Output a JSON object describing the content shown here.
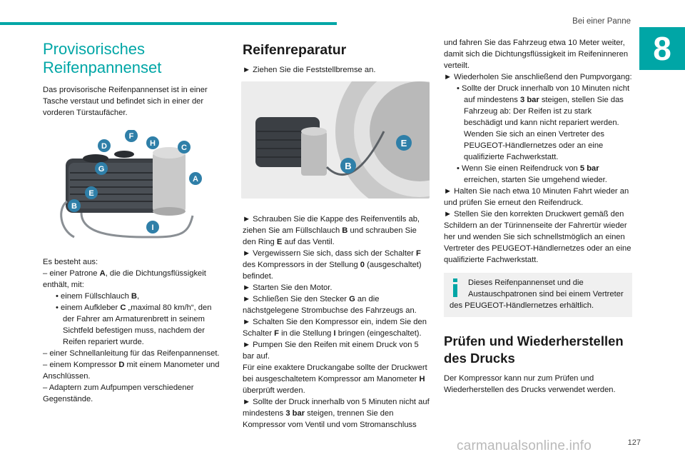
{
  "header": {
    "section": "Bei einer Panne",
    "chapter": "8",
    "page_number": "127"
  },
  "col1": {
    "title": "Provisorisches Reifenpannenset",
    "intro": "Das provisorische Reifenpannenset ist in einer Tasche verstaut und befindet sich in einer der vorderen Türstaufächer.",
    "figure_labels": [
      "F",
      "D",
      "H",
      "C",
      "G",
      "A",
      "E",
      "B",
      "I"
    ],
    "contents_heading": "Es besteht aus:",
    "item1_a": "– einer Patrone ",
    "item1_b": "A",
    "item1_c": ", die die Dichtungsflüssigkeit enthält, mit:",
    "sub1_a": "• einem Füllschlauch ",
    "sub1_b": "B",
    "sub1_c": ",",
    "sub2_a": "• einem Aufkleber ",
    "sub2_b": "C",
    "sub2_c": " „maximal 80 km/h“, den der Fahrer am Armaturenbrett in seinem Sichtfeld befestigen muss, nachdem der Reifen repariert wurde.",
    "item2": "– einer Schnellanleitung für das Reifenpannenset.",
    "item3_a": "– einem Kompressor ",
    "item3_b": "D",
    "item3_c": " mit einem Manometer und Anschlüssen.",
    "item4": "– Adaptern zum Aufpumpen verschiedener Gegenstände."
  },
  "col2": {
    "title": "Reifenreparatur",
    "step1": "► Ziehen Sie die Feststellbremse an.",
    "figure_labels": [
      "E",
      "B"
    ],
    "step2_a": "► Schrauben Sie die Kappe des Reifenventils ab, ziehen Sie am Füllschlauch ",
    "step2_b": "B",
    "step2_c": " und schrauben Sie den Ring ",
    "step2_d": "E",
    "step2_e": " auf das Ventil.",
    "step3_a": "► Vergewissern Sie sich, dass sich der Schalter ",
    "step3_b": "F",
    "step3_c": " des Kompressors in der Stellung ",
    "step3_d": "0",
    "step3_e": " (ausgeschaltet) befindet.",
    "step4": "► Starten Sie den Motor.",
    "step5_a": "► Schließen Sie den Stecker ",
    "step5_b": "G",
    "step5_c": " an die nächstgelegene Strombuchse des Fahrzeugs an.",
    "step6_a": "► Schalten Sie den Kompressor ein, indem Sie den Schalter ",
    "step6_b": "F",
    "step6_c": " in die Stellung ",
    "step6_d": "I",
    "step6_e": " bringen (eingeschaltet).",
    "step7": "► Pumpen Sie den Reifen mit einem Druck von 5 bar auf.",
    "note_a": "Für eine exaktere Druckangabe sollte der Druckwert bei ausgeschaltetem Kompressor am Manometer ",
    "note_b": "H",
    "note_c": " überprüft werden.",
    "step8_a": "► Sollte der Druck innerhalb von 5 Minuten nicht auf mindestens ",
    "step8_b": "3 bar",
    "step8_c": " steigen, trennen Sie den Kompressor vom Ventil und vom Stromanschluss"
  },
  "col3": {
    "cont": "und fahren Sie das Fahrzeug etwa 10 Meter weiter, damit sich die Dichtungsflüssigkeit im Reifeninneren verteilt.",
    "step9": "► Wiederholen Sie anschließend den Pumpvorgang:",
    "b1_a": "• Sollte der Druck innerhalb von 10 Minuten nicht auf mindestens ",
    "b1_b": "3 bar",
    "b1_c": " steigen, stellen Sie das Fahrzeug ab: Der Reifen ist zu stark beschädigt und kann nicht repariert werden. Wenden Sie sich an einen Vertreter des PEUGEOT-Händlernetzes oder an eine qualifizierte Fachwerkstatt.",
    "b2_a": "• Wenn Sie einen Reifendruck von ",
    "b2_b": "5 bar",
    "b2_c": " erreichen, starten Sie umgehend wieder.",
    "step10": "► Halten Sie nach etwa 10 Minuten Fahrt wieder an und prüfen Sie erneut den Reifendruck.",
    "step11": "► Stellen Sie den korrekten Druckwert gemäß den Schildern an der Türinnenseite der Fahrertür wieder her und wenden Sie sich schnellstmöglich an einen Vertreter des PEUGEOT-Händlernetzes oder an eine qualifizierte Fachwerkstatt.",
    "info1": "Dieses Reifenpannenset und die Austauschpatronen sind bei einem Vertreter",
    "info2": "des PEUGEOT-Händlernetzes erhältlich.",
    "title2": "Prüfen und Wiederherstellen des Drucks",
    "text2": "Der Kompressor kann nur zum Prüfen und Wiederherstellen des Drucks verwendet werden."
  },
  "watermark": "carmanualsonline.info",
  "colors": {
    "accent": "#00a6a6",
    "badge": "#2f7fa8"
  }
}
